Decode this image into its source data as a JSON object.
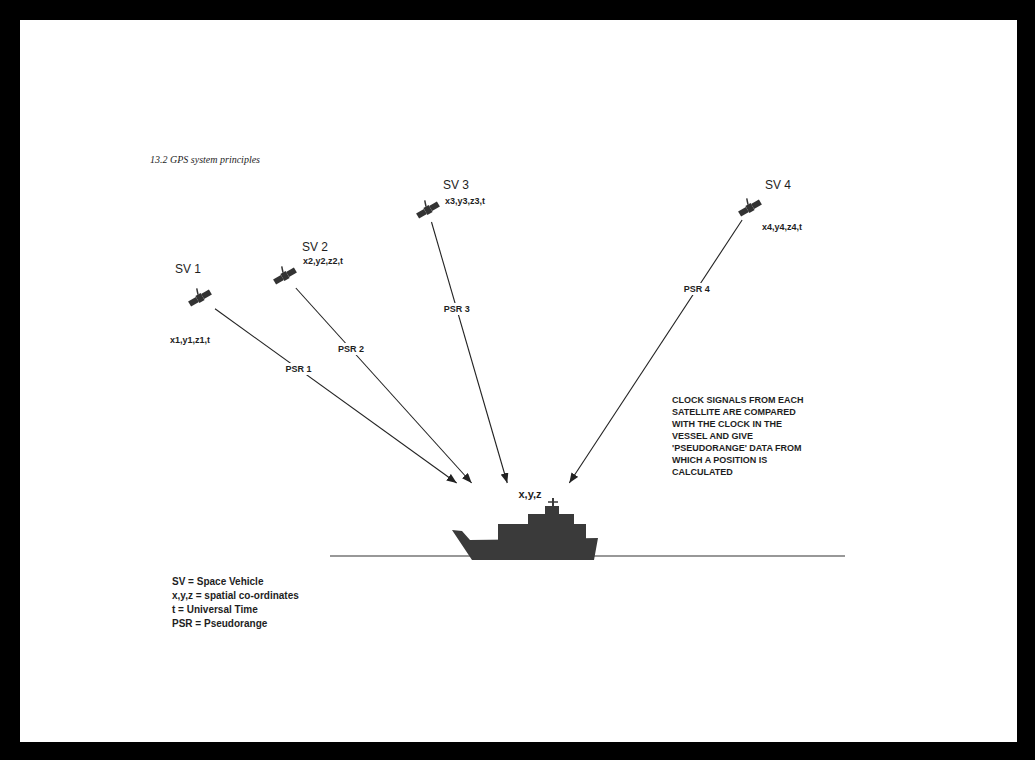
{
  "diagram": {
    "title": "13.2 GPS system principles",
    "nodes": [
      {
        "text": [
          "SV 1",
          "x1,y1,z1,t"
        ]
      },
      {
        "text": [
          "SV 2",
          "x2,y2,z2,t"
        ]
      },
      {
        "text": [
          "SV 3",
          "x3,y3,z3,t"
        ]
      },
      {
        "text": [
          "SV 4",
          "x4,y4,z4,t"
        ]
      },
      {
        "text": [
          "x,y,z"
        ]
      }
    ],
    "edges": [
      {
        "from": 0,
        "to": 4,
        "label": "PSR 1",
        "arrow": "to"
      },
      {
        "from": 1,
        "to": 4,
        "label": "PSR 2",
        "arrow": "to"
      },
      {
        "from": 2,
        "to": 4,
        "label": "PSR 3",
        "arrow": "to"
      },
      {
        "from": 3,
        "to": 4,
        "label": "PSR 4",
        "arrow": "to"
      }
    ],
    "labels": [
      "SV = Space Vehicle",
      "x,y,z = spatial co-ordinates",
      "t = Universal Time",
      "PSR = Pseudorange",
      "CLOCK SIGNALS FROM EACH SATELLITE ARE COMPARED WITH THE CLOCK IN THE VESSEL AND GIVE 'PSEUDORANGE' DATA FROM WHICH A POSITION IS CALCULATED"
    ]
  }
}
